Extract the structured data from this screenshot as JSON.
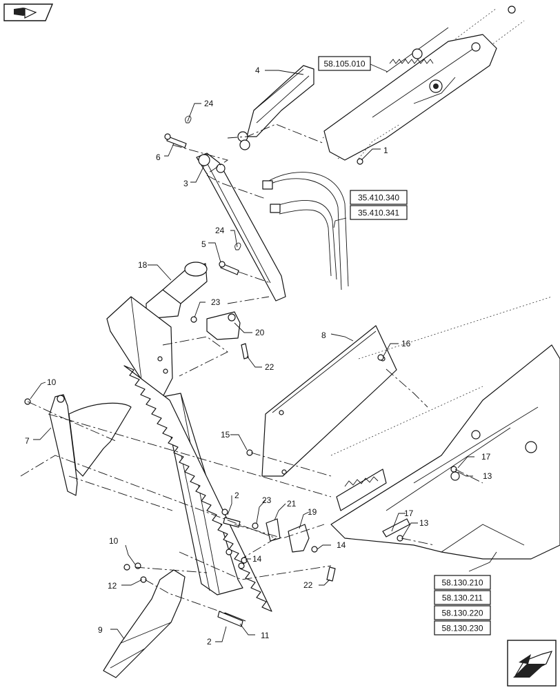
{
  "callouts": {
    "c1": "1",
    "c2a": "2",
    "c2b": "2",
    "c3": "3",
    "c4": "4",
    "c5": "5",
    "c6": "6",
    "c7": "7",
    "c8": "8",
    "c9": "9",
    "c10a": "10",
    "c10b": "10",
    "c11": "11",
    "c12": "12",
    "c13a": "13",
    "c13b": "13",
    "c14a": "14",
    "c14b": "14",
    "c15": "15",
    "c16": "16",
    "c17a": "17",
    "c17b": "17",
    "c18": "18",
    "c19": "19",
    "c20": "20",
    "c21": "21",
    "c22a": "22",
    "c22b": "22",
    "c23a": "23",
    "c23b": "23",
    "c24a": "24",
    "c24b": "24"
  },
  "references": {
    "ref_58105010": "58.105.010",
    "ref_35410340": "35.410.340",
    "ref_35410341": "35.410.341",
    "ref_58130210": "58.130.210",
    "ref_58130211": "58.130.211",
    "ref_58130220": "58.130.220",
    "ref_58130230": "58.130.230"
  },
  "icons": {
    "top_left": "book-navigation-icon",
    "bottom_right": "next-page-arrow-icon"
  }
}
